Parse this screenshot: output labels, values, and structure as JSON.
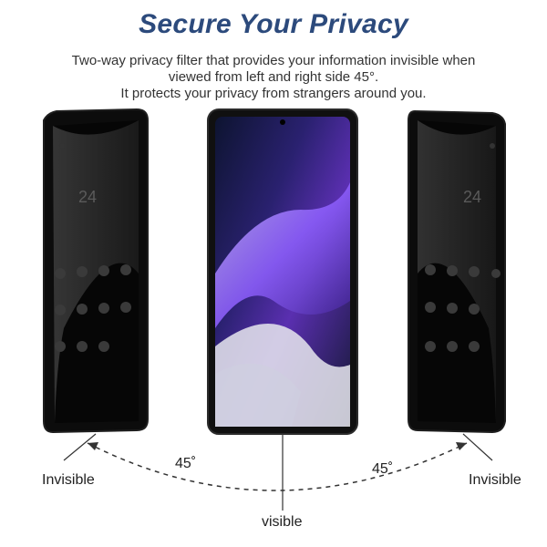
{
  "title": "Secure Your Privacy",
  "subtitle_lines": [
    "Two-way privacy filter that provides your information invisible when",
    "viewed from left and right side 45°.",
    "It protects your privacy from strangers around you."
  ],
  "labels": {
    "left": "Invisible",
    "right": "Invisible",
    "center": "visible",
    "angle_left": "45˚",
    "angle_right": "45˚"
  },
  "phones": {
    "left_time": "24",
    "right_time": "24"
  },
  "colors": {
    "title": "#2c4a7c",
    "text": "#333333",
    "phone_body": "#111111",
    "screen_dark": "#0a0a0a"
  }
}
